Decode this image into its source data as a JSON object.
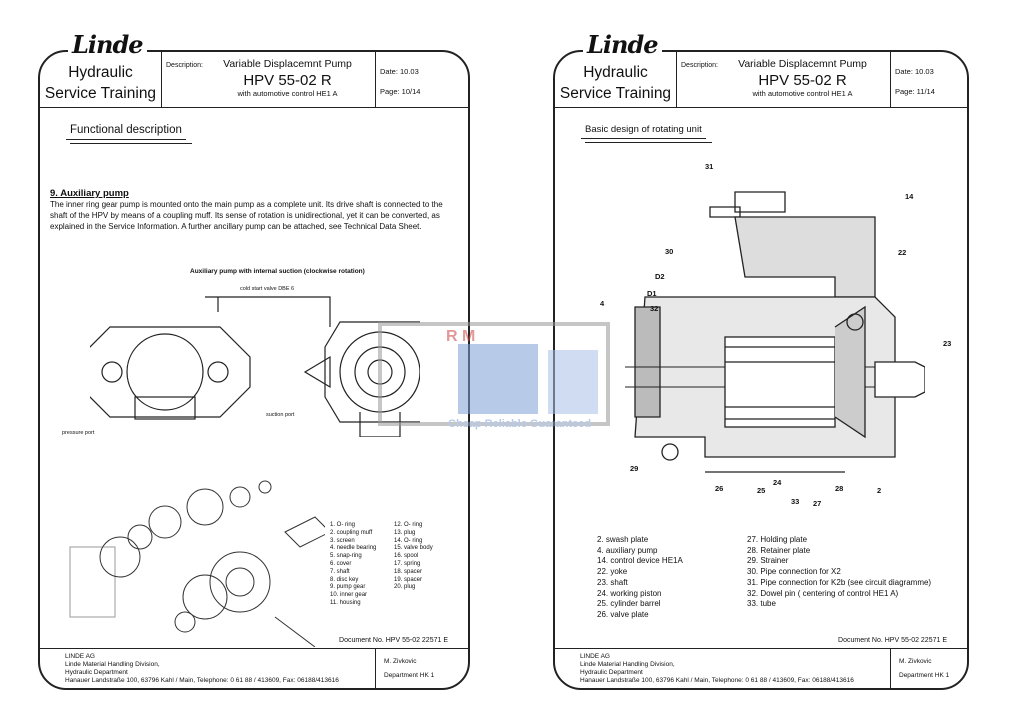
{
  "logo": "Linde",
  "pages": [
    {
      "header": {
        "line1": "Hydraulic",
        "line2": "Service Training",
        "description_label": "Description:",
        "title": "Variable Displacemnt Pump",
        "model": "HPV 55-02 R",
        "subtitle": "with automotive control HE1 A",
        "date": "Date: 10.03",
        "page": "Page: 10/14"
      },
      "section": "Functional description",
      "heading": "9. Auxiliary pump",
      "paragraph": "The inner ring gear pump is mounted onto the main pump as a complete unit. Its drive shaft is connected to the shaft of the HPV by means of a coupling muff. Its sense of rotation is unidirectional, yet it can be converted, as explained in the Service Information. A further ancillary pump can be attached, see Technical Data Sheet.",
      "figure_title": "Auxiliary pump with internal suction (clockwise rotation)",
      "labels": {
        "valve": "cold start valve DBE 6",
        "suction": "suction port",
        "pressure": "pressure port"
      },
      "parts_col1": [
        "1. O- ring",
        "2. coupling muff",
        "3. screen",
        "4. needle bearing",
        "5. snap-ring",
        "6. cover",
        "7. shaft",
        "8. disc key",
        "9. pump gear",
        "10. inner gear",
        "11. housing"
      ],
      "parts_col2": [
        "12. O- ring",
        "13. plug",
        "14. O- ring",
        "15. valve body",
        "16. spool",
        "17. spring",
        "18. spacer",
        "19. spacer",
        "20. plug"
      ],
      "doc_no": "Document No. HPV 55-02 22571 E",
      "footer": {
        "l1": "LINDE AG",
        "l2": "Linde Material Handling Division,",
        "l3": "Hydraulic Department",
        "l4": "Hanauer Landstraße 100, 63796 Kahl / Main,  Telephone: 0 61 88 / 413609, Fax: 06188/413616",
        "author": "M. Zivkovic",
        "dept": "Department HK 1"
      }
    },
    {
      "header": {
        "line1": "Hydraulic",
        "line2": "Service Training",
        "description_label": "Description:",
        "title": "Variable Displacemnt Pump",
        "model": "HPV 55-02 R",
        "subtitle": "with automotive control HE1 A",
        "date": "Date: 10.03",
        "page": "Page: 11/14"
      },
      "section": "Basic design  of  rotating unit",
      "callouts": [
        "31",
        "14",
        "30",
        "22",
        "D2",
        "D1",
        "4",
        "32",
        "23",
        "29",
        "26",
        "25",
        "24",
        "33",
        "27",
        "28",
        "2"
      ],
      "parts_col1": [
        "2. swash plate",
        "4. auxiliary pump",
        "14. control device HE1A",
        "22. yoke",
        "23. shaft",
        "24. working piston",
        "25. cylinder barrel",
        "26. valve plate"
      ],
      "parts_col2": [
        "27. Holding plate",
        "28. Retainer plate",
        "29. Strainer",
        "30. Pipe connection for X2",
        "31. Pipe connection for K2b (see circuit diagramme)",
        "32. Dowel pin ( centering of control HE1 A)",
        "33.  tube"
      ],
      "doc_no": "Document No. HPV 55-02 22571 E",
      "footer": {
        "l1": "LINDE AG",
        "l2": "Linde Material Handling Division,",
        "l3": "Hydraulic Department",
        "l4": "Hanauer Landstraße 100, 63796 Kahl / Main,  Telephone: 0 61 88 / 413609, Fax: 06188/413616",
        "author": "M. Zivkovic",
        "dept": "Department HK 1"
      }
    }
  ],
  "watermark": {
    "letters": "R M",
    "tagline": "Cheap Reliable Guaranteed",
    "color": "#7d9fd6"
  }
}
